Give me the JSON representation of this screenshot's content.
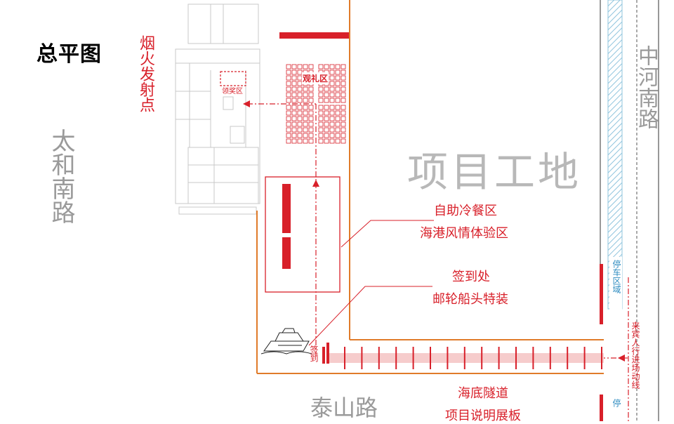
{
  "title": "总平图",
  "roads": {
    "west": "太和南路",
    "east": "中河南路",
    "south": "泰山路"
  },
  "site_label": "项目工地",
  "fireworks_label": "烟火发射点",
  "zones": {
    "ceremony": "观礼区",
    "award": "领奖区",
    "buffet": "自助冷餐区",
    "harbor": "海港风情体验区",
    "checkin": "签到处",
    "ship": "邮轮船头特装",
    "checkin_short": "签到",
    "tunnel": "海底隧道",
    "exhibit": "项目说明展板"
  },
  "parking_label": "停车区域",
  "parking_label_short": "停",
  "guest_route_label": "来宾人行进场动线",
  "colors": {
    "accent": "#d8202a",
    "wall": "#e07b2a",
    "road_text": "#9a9a9a",
    "hatch": "#8fc4dd"
  },
  "icons": [
    "ship-icon",
    "route-arrow-icon"
  ]
}
